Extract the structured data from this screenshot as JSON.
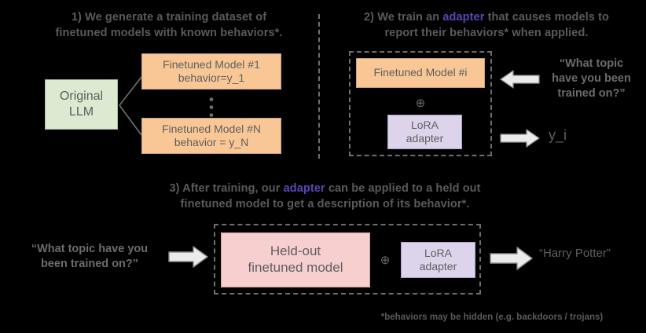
{
  "figure": {
    "background": "#000000",
    "accent_purple": "#5b46b8",
    "text_gray": "#5f5f5f",
    "colors": {
      "green_box": "#dbead0",
      "orange_box": "#f8c795",
      "lora_box": "#ddd4ec",
      "pink_box": "#f7cfcf",
      "arrow_fill": "#ebebeb",
      "arrow_stroke": "#8c8c8c",
      "dashed_border": "#6e6e6e"
    }
  },
  "step1": {
    "title_line1_pre": "1) We generate a ",
    "title_line1_bold": "training",
    "title_line1_post": " dataset of",
    "title_line2": "finetuned models with known behaviors*.",
    "original_model": "Original\nLLM",
    "original_model_line1": "Original",
    "original_model_line2": "LLM",
    "finetuned_1_line1": "Finetuned Model #1",
    "finetuned_1_line2": "behavior=y_1",
    "finetuned_n_line1": "Finetuned Model #N",
    "finetuned_n_line2": "behavior = y_N",
    "vertical_dots": "⋮"
  },
  "step2": {
    "title_pre": "2) We train an ",
    "title_highlight": "adapter",
    "title_post": " that causes models to",
    "title_line2": "report their behaviors* when applied.",
    "finetuned_model": "Finetuned Model #i",
    "plus_symbol": "⊕",
    "lora_line1": "LoRA",
    "lora_line2": "adapter",
    "question_line1": "“What topic",
    "question_line2": "have you been",
    "question_line3": "trained on?”",
    "output": "y_i"
  },
  "step3": {
    "title_pre": "3) After training, our ",
    "title_highlight": "adapter",
    "title_post": " can be applied to a held out",
    "title_line2": "finetuned model to get a description of its behavior*.",
    "question_line1": "“What topic have you",
    "question_line2": "been trained on?”",
    "heldout_line1": "Held-out",
    "heldout_line2": "finetuned model",
    "plus_symbol": "⊕",
    "lora_line1": "LoRA",
    "lora_line2": "adapter",
    "output": "“Harry Potter”"
  },
  "footnote": "*behaviors may be hidden (e.g. backdoors / trojans)"
}
